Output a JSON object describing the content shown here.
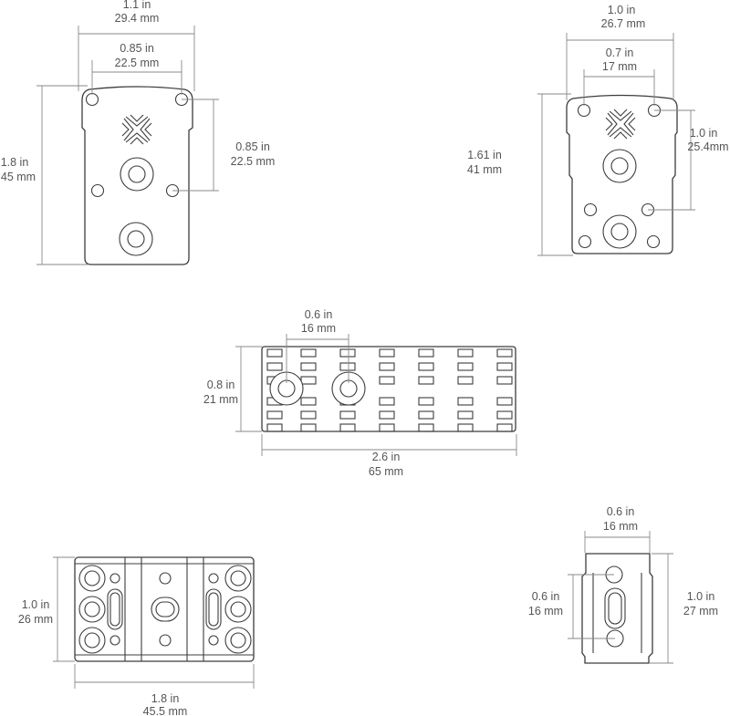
{
  "colors": {
    "outline": "#3c3c3c",
    "dimension": "#8a8a8a",
    "text": "#555555",
    "background": "#ffffff"
  },
  "icons": {
    "logo": "crosshatch-logo-icon"
  },
  "views": {
    "plate_a": {
      "width": {
        "in": "1.1 in",
        "mm": "29.4 mm"
      },
      "hole_spacing": {
        "in": "0.85 in",
        "mm": "22.5 mm"
      },
      "height": {
        "in": "1.8 in",
        "mm": "45 mm"
      },
      "side_spacing": {
        "in": "0.85 in",
        "mm": "22.5 mm"
      }
    },
    "plate_b": {
      "width": {
        "in": "1.0 in",
        "mm": "26.7 mm"
      },
      "hole_spacing": {
        "in": "0.7 in",
        "mm": "17 mm"
      },
      "height": {
        "in": "1.61 in",
        "mm": "41 mm"
      },
      "side_spacing": {
        "in": "1.0 in",
        "mm": "25.4mm"
      }
    },
    "rail": {
      "hole_spacing": {
        "in": "0.6 in",
        "mm": "16 mm"
      },
      "height": {
        "in": "0.8 in",
        "mm": "21 mm"
      },
      "length": {
        "in": "2.6 in",
        "mm": "65 mm"
      }
    },
    "block_wide": {
      "height": {
        "in": "1.0 in",
        "mm": "26 mm"
      },
      "length": {
        "in": "1.8 in",
        "mm": "45.5 mm"
      }
    },
    "block_small": {
      "width": {
        "in": "0.6 in",
        "mm": "16 mm"
      },
      "hole_spacing": {
        "in": "0.6 in",
        "mm": "16 mm"
      },
      "height": {
        "in": "1.0 in",
        "mm": "27 mm"
      }
    }
  }
}
